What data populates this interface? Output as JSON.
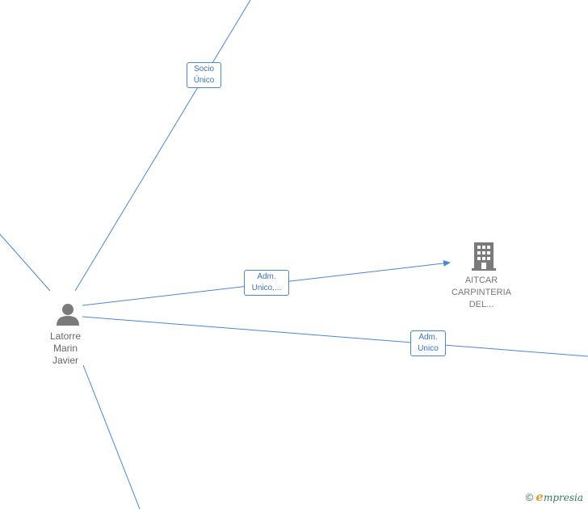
{
  "person": {
    "name_lines": [
      "Latorre",
      "Marin",
      "Javier"
    ],
    "icon": "person-icon"
  },
  "company": {
    "name_lines": [
      "AITCAR",
      "CARPINTERIA",
      "DEL..."
    ],
    "icon": "building-icon"
  },
  "edges": [
    {
      "label_lines": [
        "Socio",
        "Único"
      ]
    },
    {
      "label_lines": [
        "Adm.",
        "Unico,..."
      ]
    },
    {
      "label_lines": [
        "Adm.",
        "Unico"
      ]
    }
  ],
  "footer": {
    "copyright": "©",
    "brand_initial": "e",
    "brand_rest": "mpresia"
  },
  "colors": {
    "edge": "#4a86d4",
    "icon": "#7a7a7a",
    "brand_green": "#2e7a5a",
    "brand_orange": "#e69b2d"
  }
}
